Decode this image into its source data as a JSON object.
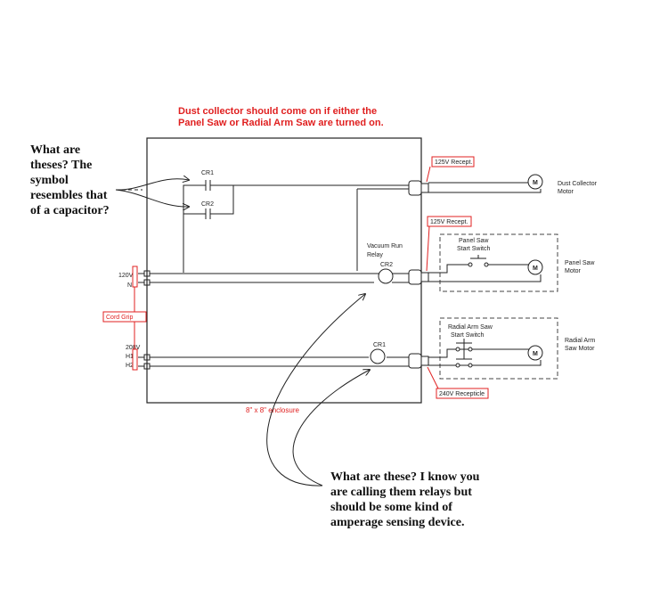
{
  "header_note": {
    "line1": "Dust collector should come on if either the",
    "line2": "Panel Saw or Radial Arm Saw are turned on.",
    "color": "#e02020"
  },
  "left_question": {
    "line1": "What are",
    "line2": "theses? The",
    "line3": "symbol",
    "line4": "resembles that",
    "line5": "of a capacitor?"
  },
  "bottom_question": {
    "line1": "What are these?  I know you",
    "line2": "are calling them relays but",
    "line3": "should be some kind of",
    "line4": "amperage sensing device."
  },
  "contacts": {
    "cr1": "CR1",
    "cr2": "CR2"
  },
  "supply": {
    "v120": "120V",
    "n": "N",
    "v208": "208V",
    "h1": "H1",
    "h2": "H2",
    "cord_grip": "Cord Grip"
  },
  "relays": {
    "vacuum_line1": "Vacuum Run",
    "vacuum_line2": "Relay",
    "coil_cr2": "CR2",
    "coil_cr1": "CR1"
  },
  "receptacles": {
    "r1": "125V Recept.",
    "r2": "125V Recept.",
    "r3": "240V Recepticle"
  },
  "loads": {
    "dust_line1": "Dust Collector",
    "dust_line2": "Motor",
    "panel_switch_line1": "Panel Saw",
    "panel_switch_line2": "Start Switch",
    "panel_motor_line1": "Panel Saw",
    "panel_motor_line2": "Motor",
    "radial_switch_line1": "Radial Arm Saw",
    "radial_switch_line2": "Start Switch",
    "radial_motor_line1": "Radial Arm",
    "radial_motor_line2": "Saw Motor",
    "motor_symbol": "M"
  },
  "enclosure_label": "8\" x 8\" enclosure",
  "colors": {
    "annotation_red": "#e02020",
    "line": "#222222"
  }
}
